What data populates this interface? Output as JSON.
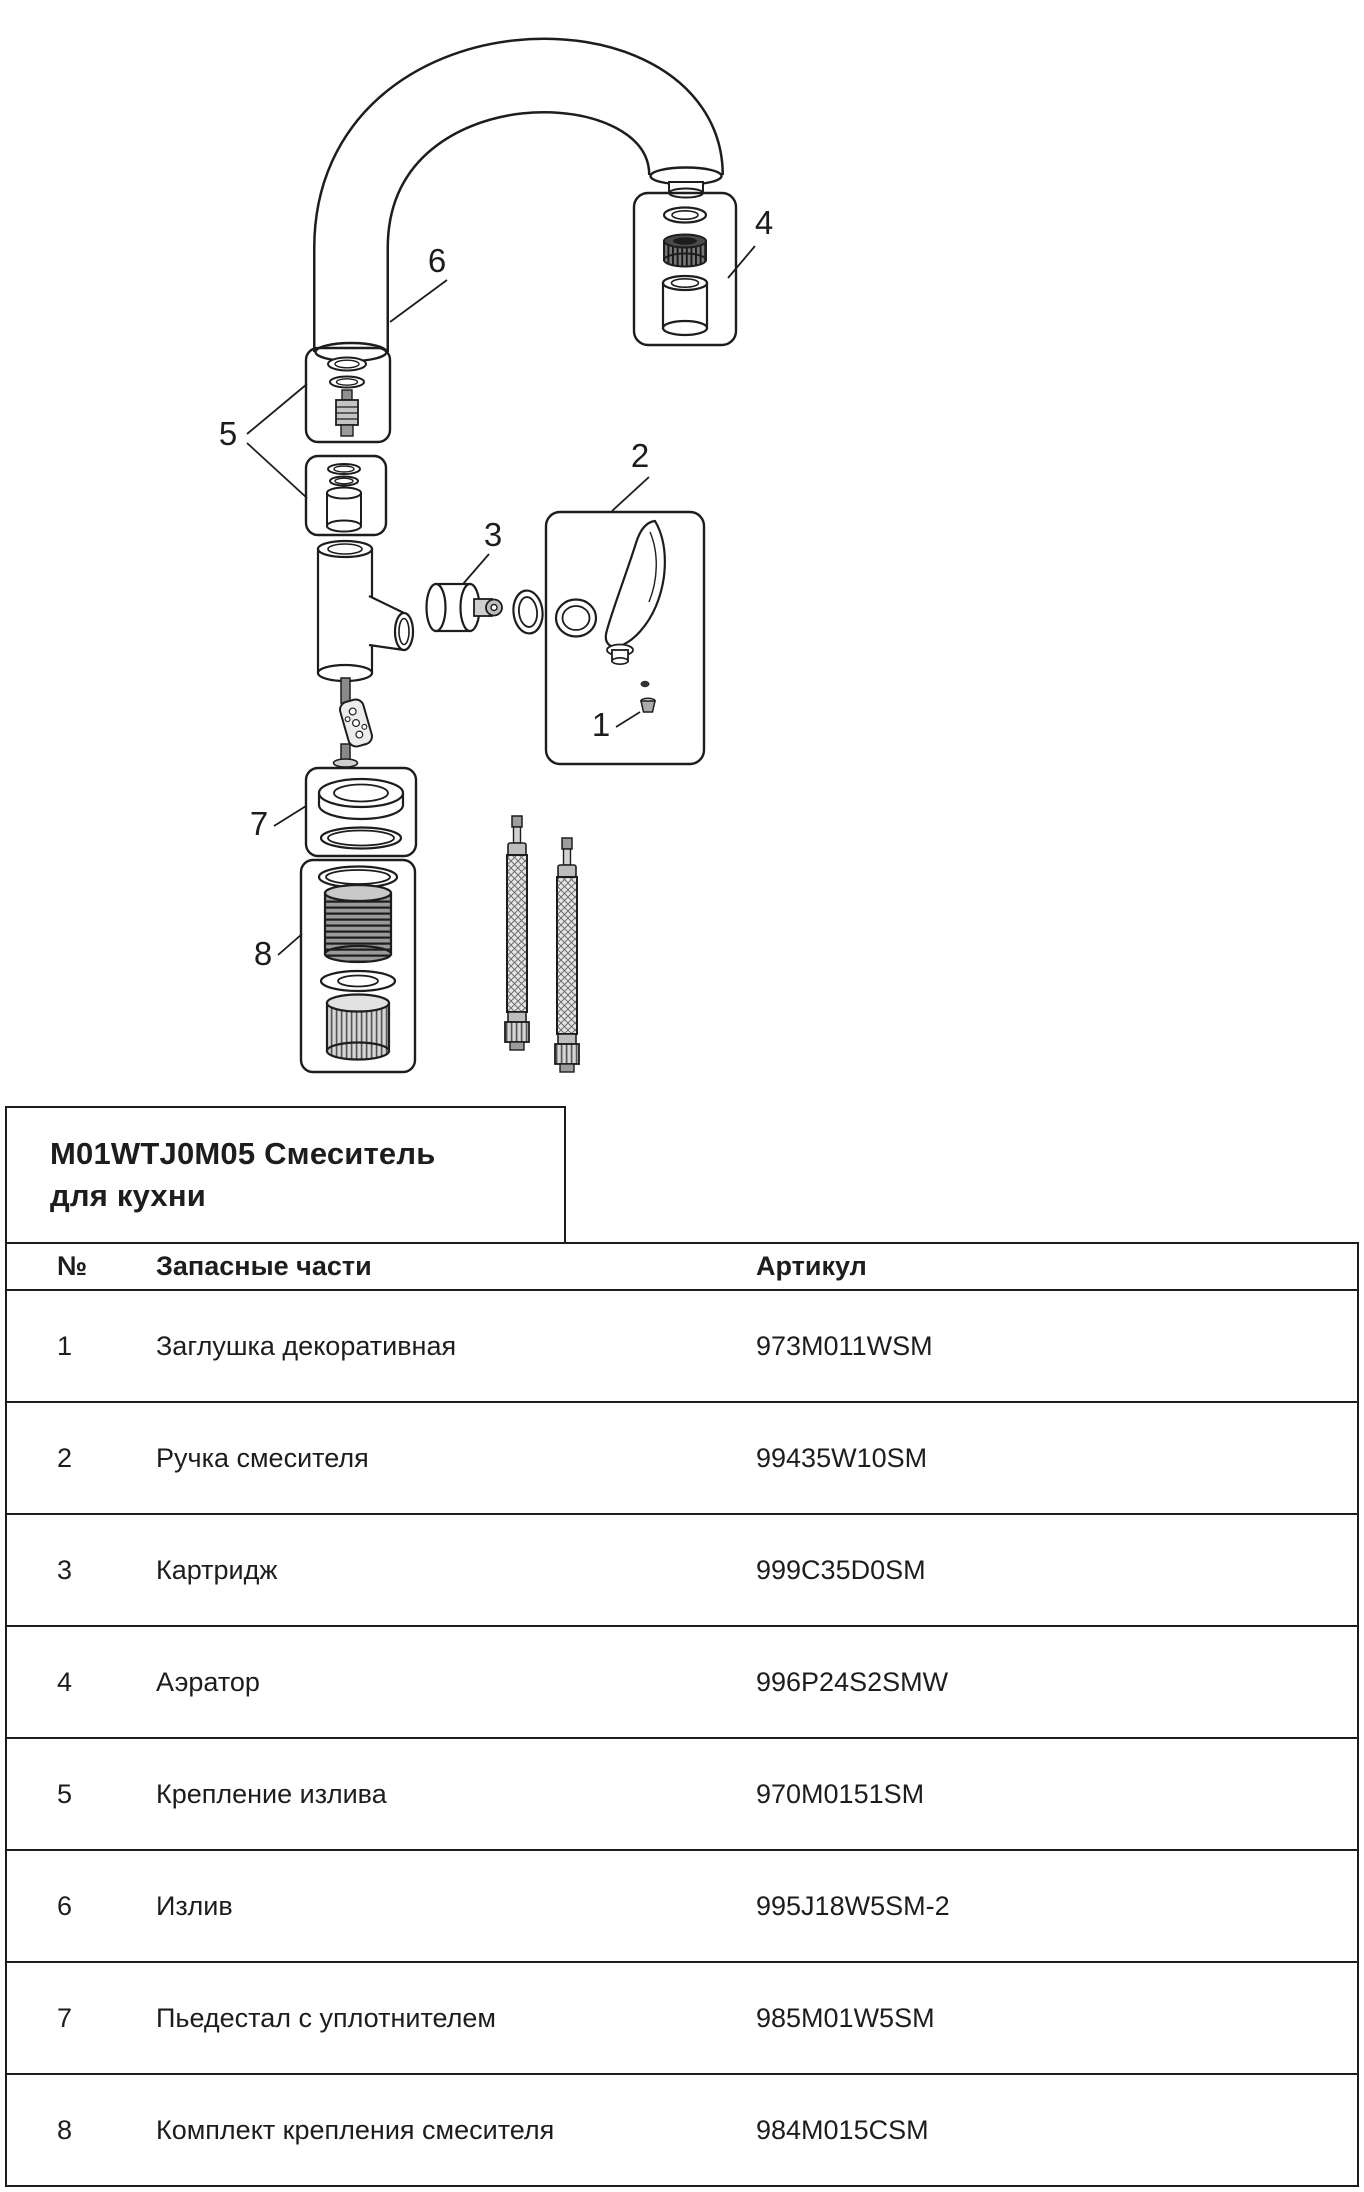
{
  "title": {
    "line1": "M01WTJ0M05 Смеситель",
    "line2": "для кухни"
  },
  "diagram": {
    "callouts": {
      "c1": "1",
      "c2": "2",
      "c3": "3",
      "c4": "4",
      "c5": "5",
      "c6": "6",
      "c7": "7",
      "c8": "8"
    },
    "line_color": "#1d1d1d"
  },
  "table": {
    "headers": {
      "num": "№",
      "part": "Запасные части",
      "sku": "Артикул"
    },
    "rows": [
      {
        "num": "1",
        "part": "Заглушка декоративная",
        "sku": "973M011WSM"
      },
      {
        "num": "2",
        "part": "Ручка смесителя",
        "sku": "99435W10SM"
      },
      {
        "num": "3",
        "part": "Картридж",
        "sku": "999C35D0SM"
      },
      {
        "num": "4",
        "part": "Аэратор",
        "sku": "996P24S2SMW"
      },
      {
        "num": "5",
        "part": "Крепление излива",
        "sku": "970M0151SM"
      },
      {
        "num": "6",
        "part": "Излив",
        "sku": "995J18W5SM-2"
      },
      {
        "num": "7",
        "part": "Пьедестал с уплотнителем",
        "sku": "985M01W5SM"
      },
      {
        "num": "8",
        "part": "Комплект крепления смесителя",
        "sku": "984M015CSM"
      }
    ]
  }
}
